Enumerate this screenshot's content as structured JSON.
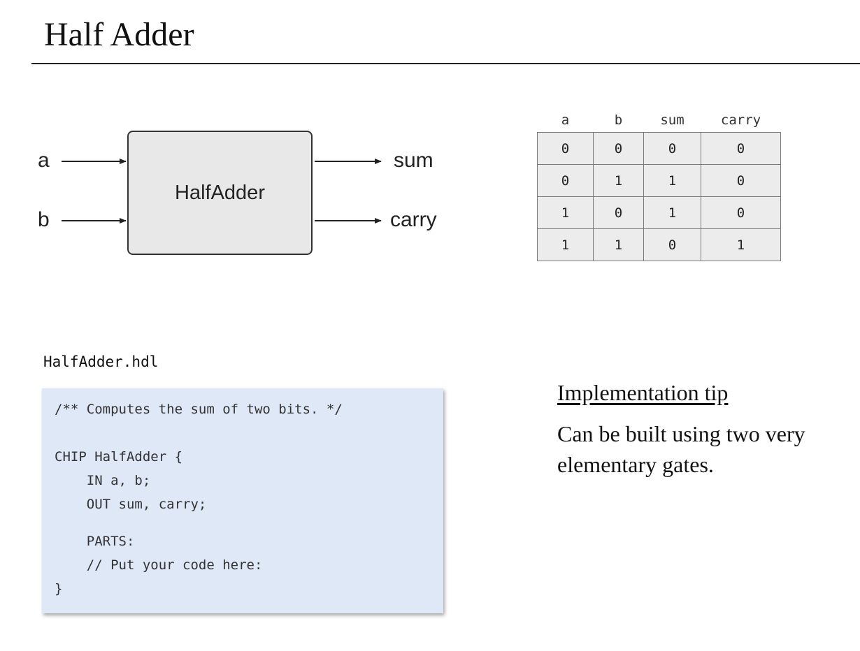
{
  "slide": {
    "title": "Half Adder"
  },
  "diagram": {
    "chip_label": "HalfAdder",
    "inputs": [
      "a",
      "b"
    ],
    "outputs": [
      "sum",
      "carry"
    ]
  },
  "truth_table": {
    "headers": [
      "a",
      "b",
      "sum",
      "carry"
    ],
    "rows": [
      [
        "0",
        "0",
        "0",
        "0"
      ],
      [
        "0",
        "1",
        "1",
        "0"
      ],
      [
        "1",
        "0",
        "1",
        "0"
      ],
      [
        "1",
        "1",
        "0",
        "1"
      ]
    ],
    "colors": {
      "sum": "#2a2ad0",
      "carry": "#c0303a"
    }
  },
  "code": {
    "filename": "HalfAdder.hdl",
    "lines": [
      "/** Computes the sum of two bits. */",
      "",
      "CHIP HalfAdder {",
      "    IN a, b;",
      "    OUT sum, carry;",
      "",
      "    PARTS:",
      "    // Put your code here:",
      "}"
    ],
    "background": "#dfe8f7"
  },
  "tip": {
    "heading": "Implementation tip",
    "text": "Can be built using two very elementary gates."
  }
}
